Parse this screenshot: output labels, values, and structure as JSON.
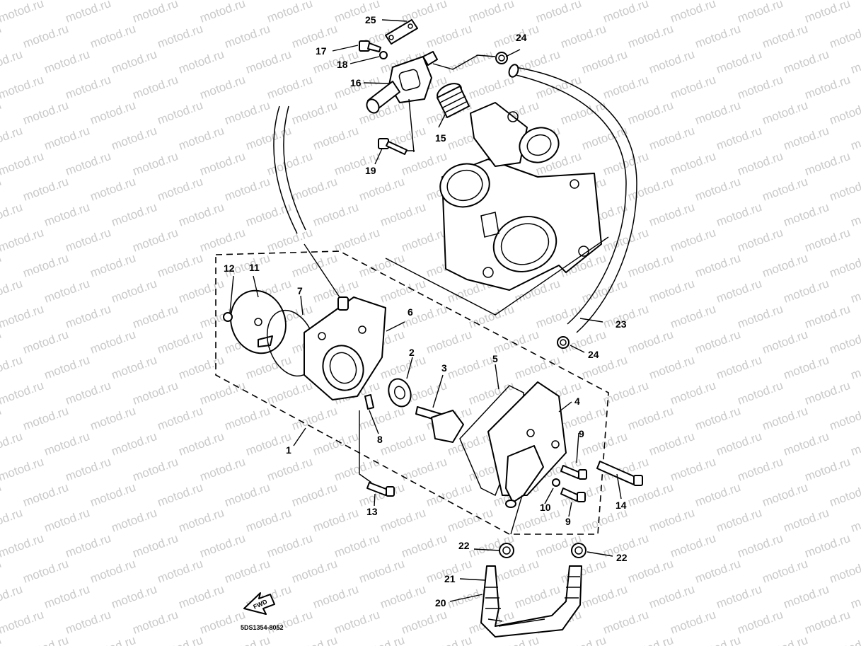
{
  "watermark": "motod.ru",
  "diagram_code": "5DS1354-8052",
  "fwd_label": "FWD",
  "callouts": {
    "c1": "1",
    "c2": "2",
    "c3": "3",
    "c4": "4",
    "c5": "5",
    "c6": "6",
    "c7": "7",
    "c8": "8",
    "c9a": "9",
    "c9b": "9",
    "c10": "10",
    "c11": "11",
    "c12": "12",
    "c13": "13",
    "c14": "14",
    "c15": "15",
    "c16": "16",
    "c17": "17",
    "c18": "18",
    "c19": "19",
    "c20": "20",
    "c21": "21",
    "c22a": "22",
    "c22b": "22",
    "c23": "23",
    "c24a": "24",
    "c24b": "24",
    "c25": "25"
  },
  "colors": {
    "ink": "#000000",
    "watermark": "#c9c9c9",
    "paper": "#ffffff"
  }
}
